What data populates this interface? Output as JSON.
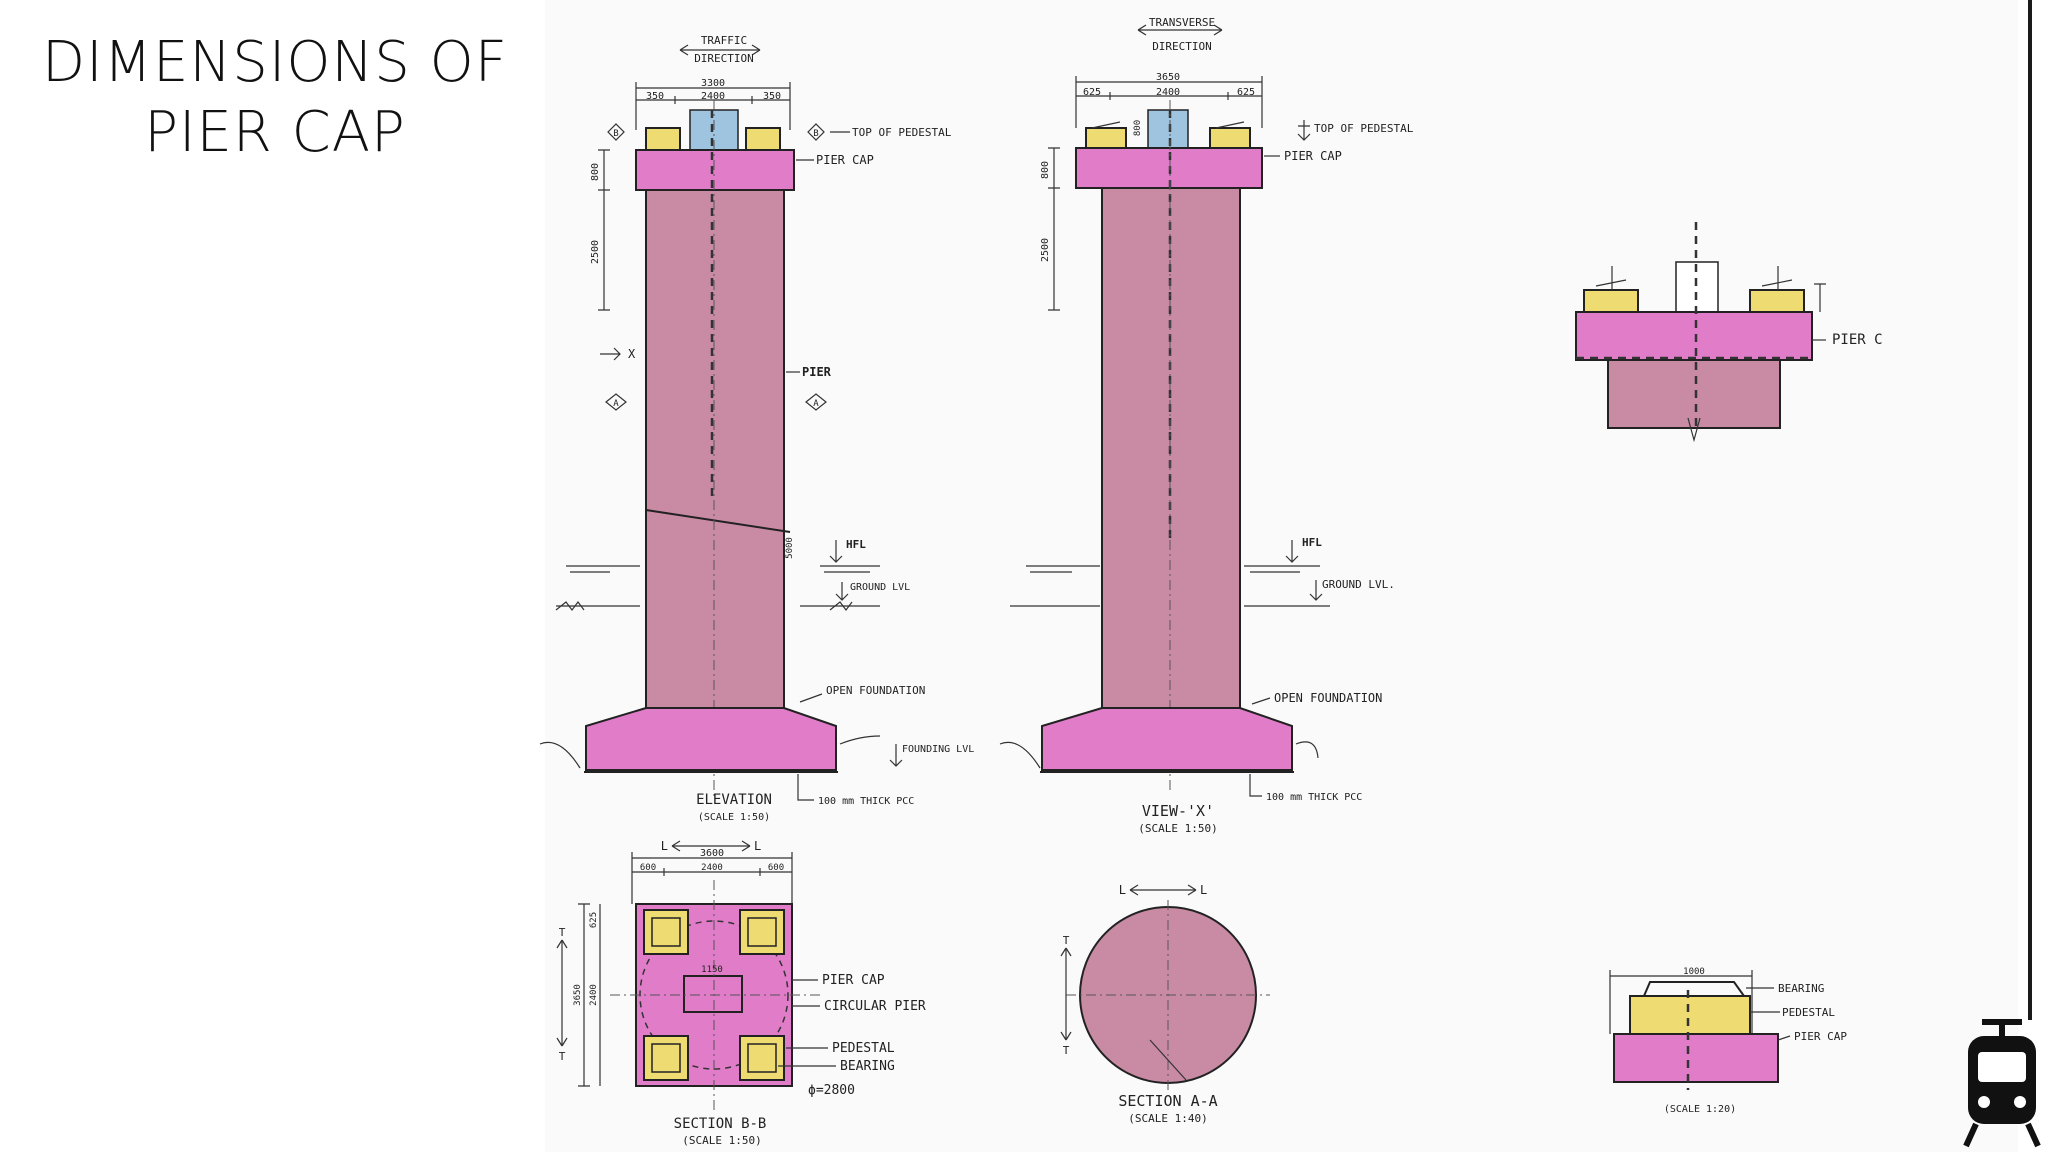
{
  "slide": {
    "title_line1": "DIMENSIONS OF",
    "title_line2": "PIER CAP"
  },
  "elevation": {
    "direction_top": "TRAFFIC",
    "direction_bottom": "DIRECTION",
    "dim_total": "3300",
    "dim_left": "350",
    "dim_mid": "2400",
    "dim_right": "350",
    "dim_cap": "800",
    "dim_shaft": "2500",
    "dim_lower": "5000",
    "label_top_pedestal": "TOP OF PEDESTAL",
    "label_pier_cap": "PIER CAP",
    "label_pier": "PIER",
    "label_hfl": "HFL",
    "label_ground": "GROUND LVL",
    "label_open_foundation": "OPEN FOUNDATION",
    "label_founding": "FOUNDING LVL",
    "label_pcc": "100 mm THICK PCC",
    "caption": "ELEVATION",
    "scale": "(SCALE 1:50)",
    "marker_x": "X",
    "marker_b": "B",
    "marker_a": "A"
  },
  "view_x": {
    "direction_top": "TRANSVERSE",
    "direction_bottom": "DIRECTION",
    "dim_total": "3650",
    "dim_left": "625",
    "dim_mid": "2400",
    "dim_right": "625",
    "dim_cap": "800",
    "dim_ped": "800",
    "dim_shaft": "2500",
    "label_top_pedestal": "TOP OF PEDESTAL",
    "label_pier_cap": "PIER CAP",
    "label_hfl": "HFL",
    "label_ground": "GROUND LVL.",
    "label_open_foundation": "OPEN FOUNDATION",
    "label_pcc": "100 mm THICK PCC",
    "caption": "VIEW-'X'",
    "scale": "(SCALE 1:50)"
  },
  "detail_top": {
    "label": "PIER C"
  },
  "section_bb": {
    "marker": "L",
    "marker_t": "T",
    "dim_total": "3600",
    "dim_left": "600",
    "dim_mid": "2400",
    "dim_right": "600",
    "dim_side1": "625",
    "dim_side2": "3650",
    "dim_side3": "2400",
    "dim_inner": "1150",
    "label_pier_cap": "PIER CAP",
    "label_circular": "CIRCULAR PIER",
    "label_pedestal": "PEDESTAL",
    "label_bearing": "BEARING",
    "label_dia": "ϕ=2800",
    "caption": "SECTION B-B",
    "scale": "(SCALE 1:50)"
  },
  "section_aa": {
    "marker": "L",
    "marker_t": "T",
    "caption": "SECTION A-A",
    "scale": "(SCALE 1:40)"
  },
  "detail_bearing": {
    "dim": "1000",
    "label_bearing": "BEARING",
    "label_pedestal": "PEDESTAL",
    "label_pier_cap": "PIER CAP",
    "scale": "(SCALE 1:20)"
  },
  "colors": {
    "pink": "#e07cc8",
    "pier_fill": "#c98aa4",
    "yellow": "#eedc72",
    "blue": "#9ec4e0",
    "ink": "#222222"
  },
  "icons": {
    "logo": "tram-icon"
  }
}
